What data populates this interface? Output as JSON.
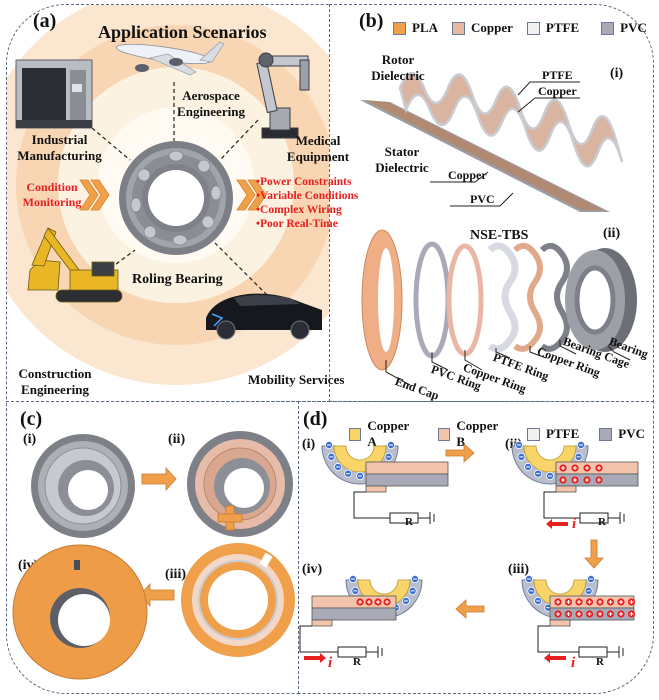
{
  "panel_a": {
    "label": "(a)",
    "title": "Application Scenarios",
    "center": "Roling Bearing",
    "scenarios": {
      "industrial": [
        "Industrial",
        "Manufacturing"
      ],
      "aerospace": [
        "Aerospace",
        "Engineering"
      ],
      "medical": [
        "Medical",
        "Equipment"
      ],
      "construction": [
        "Construction",
        "Engineering"
      ],
      "mobility": "Mobility Services"
    },
    "monitoring": [
      "Condition",
      "Monitoring"
    ],
    "issues": [
      "•Power Constraints",
      "•Variable Conditions",
      "•Complex Wiring",
      "•Poor Real-Time"
    ],
    "colors": {
      "ring_outer": "#fbe3c8",
      "ring_mid": "#f7d2aa",
      "ring_inner": "#fdf3e3",
      "accent": "#f0a04b",
      "alert": "#e8201f"
    }
  },
  "panel_b": {
    "label": "(b)",
    "legend": [
      {
        "name": "PLA",
        "color": "#f0a04b"
      },
      {
        "name": "Copper",
        "color": "#e6b9a4"
      },
      {
        "name": "PTFE",
        "color": "#f1f1f3"
      },
      {
        "name": "PVC",
        "color": "#a9aab8"
      }
    ],
    "sub_i": {
      "label": "(i)",
      "rotor": [
        "Rotor",
        "Dielectric"
      ],
      "stator": [
        "Stator",
        "Dielectric"
      ],
      "callouts": [
        "PTFE",
        "Copper",
        "Copper",
        "PVC"
      ]
    },
    "sub_ii": {
      "label": "(ii)",
      "title": "NSE-TBS",
      "parts": [
        "End Cap",
        "PVC Ring",
        "Copper Ring",
        "PTFE Ring",
        "Copper Ring",
        "Bearing Cage",
        "Bearing"
      ]
    }
  },
  "panel_c": {
    "label": "(c)",
    "steps": [
      "(i)",
      "(ii)",
      "(iii)",
      "(iv)"
    ]
  },
  "panel_d": {
    "label": "(d)",
    "legend": [
      {
        "name": "Copper A",
        "color": "#f9d468"
      },
      {
        "name": "Copper B",
        "color": "#f3c4ac"
      },
      {
        "name": "PTFE",
        "color": "#f1f1f3"
      },
      {
        "name": "PVC",
        "color": "#a9aab8"
      }
    ],
    "steps": [
      "(i)",
      "(ii)",
      "(iii)",
      "(iv)"
    ],
    "resistor": "R",
    "current": "i",
    "charges": {
      "negative": "⊖",
      "positive": "⊕"
    }
  }
}
